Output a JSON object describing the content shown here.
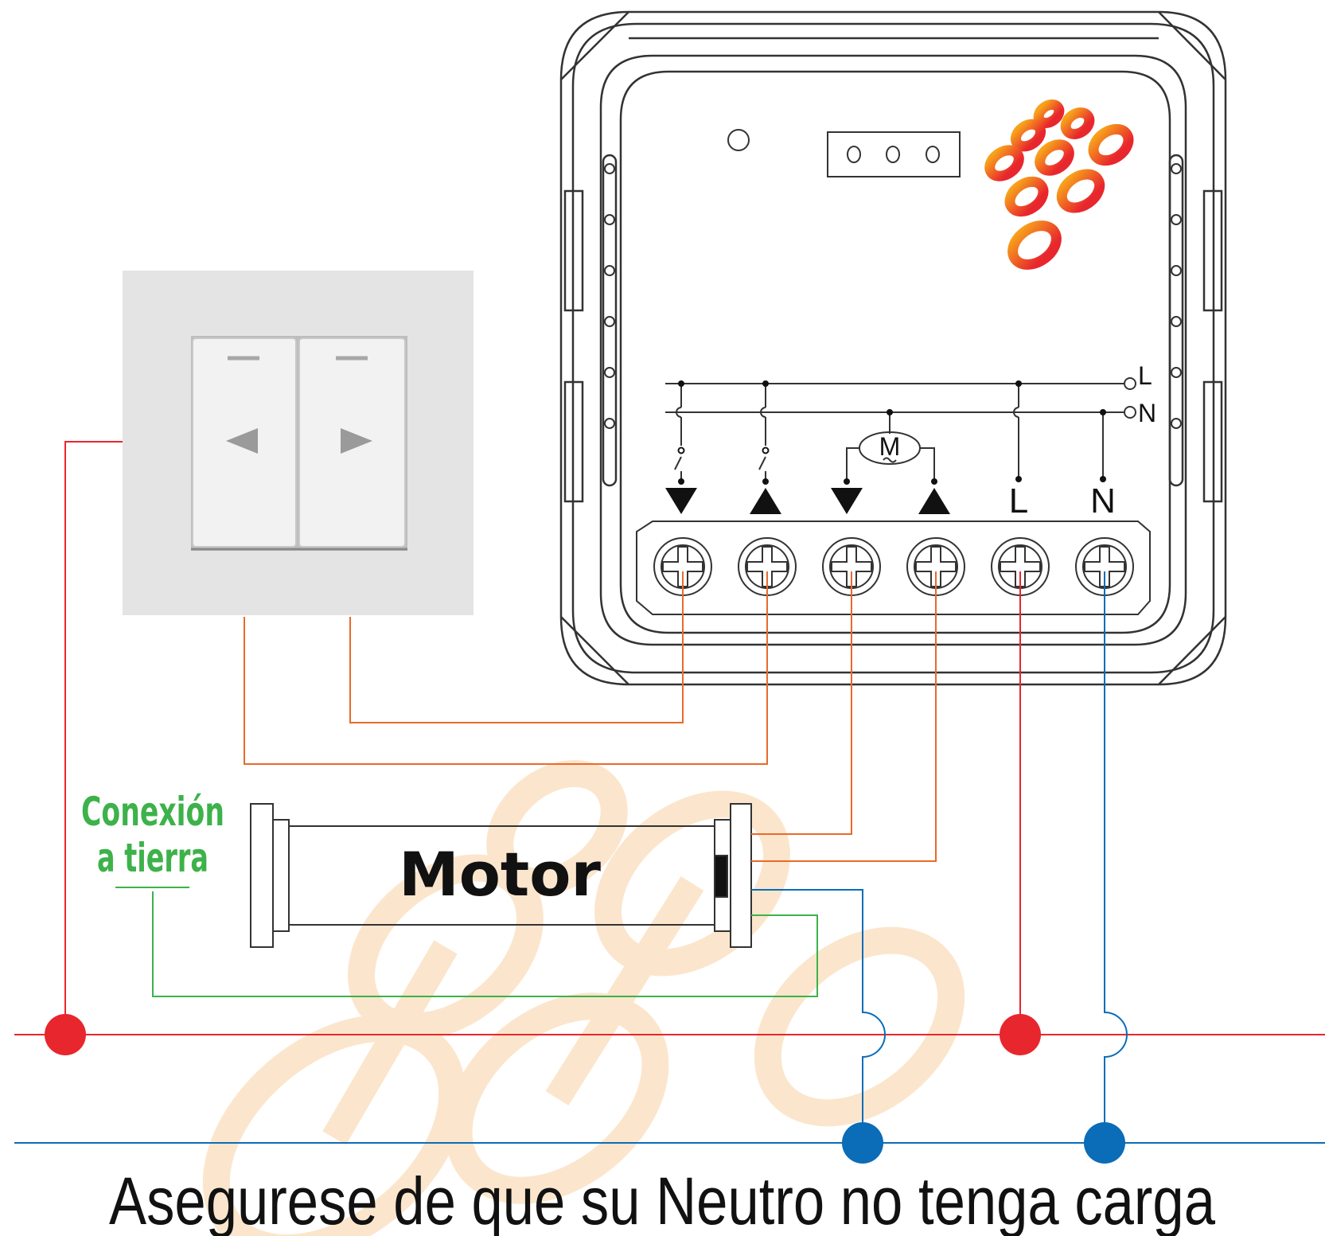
{
  "caption": "Asegurese de que su Neutro no tenga carga",
  "ground_label": {
    "line1": "Conexión",
    "line2": "a tierra"
  },
  "motor_label": "Motor",
  "schematic": {
    "line_label": "L",
    "neutral_label": "N",
    "motor_symbol": "M"
  },
  "terminals": [
    "down-arrow",
    "up-arrow",
    "down-arrow",
    "up-arrow",
    "L",
    "N"
  ],
  "terminal_text": {
    "live": "L",
    "neutral": "N"
  },
  "switch": {
    "left_icon": "left-triangle-icon",
    "right_icon": "right-triangle-icon"
  },
  "colors": {
    "live": "#e8262d",
    "neutral": "#0b6cb8",
    "switched": "#ea6a2a",
    "ground": "#3db24a",
    "watermark": "#fbe2c4",
    "logo_gradient_top": "#f7a21b",
    "logo_gradient_bottom": "#e8262d"
  }
}
